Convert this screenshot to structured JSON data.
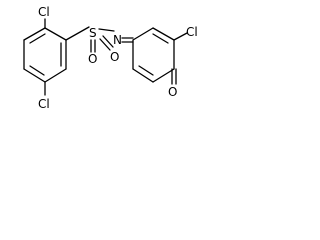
{
  "structure": {
    "atom_labels": {
      "cl_top": "Cl",
      "cl_bottom": "Cl",
      "sulfur": "S",
      "oxygen_left": "O",
      "oxygen_right": "O",
      "nitrogen": "N",
      "cl_quinone": "Cl",
      "oxygen_carbonyl": "O"
    },
    "colors": {
      "ink": "#000000",
      "background": "#ffffff"
    }
  }
}
